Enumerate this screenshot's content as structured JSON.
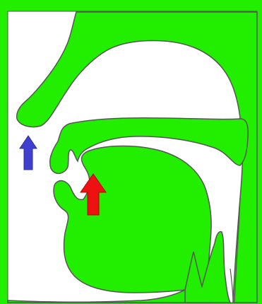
{
  "colors": {
    "tissue_fill": "#22ee00",
    "outline": "#555555",
    "background": "#ffffff",
    "arrow_nasal": "#3f3fd0",
    "arrow_oral": "#ee1111"
  },
  "arrows": [
    {
      "name": "blue-arrow",
      "direction": "up"
    },
    {
      "name": "red-arrow",
      "direction": "up"
    }
  ]
}
